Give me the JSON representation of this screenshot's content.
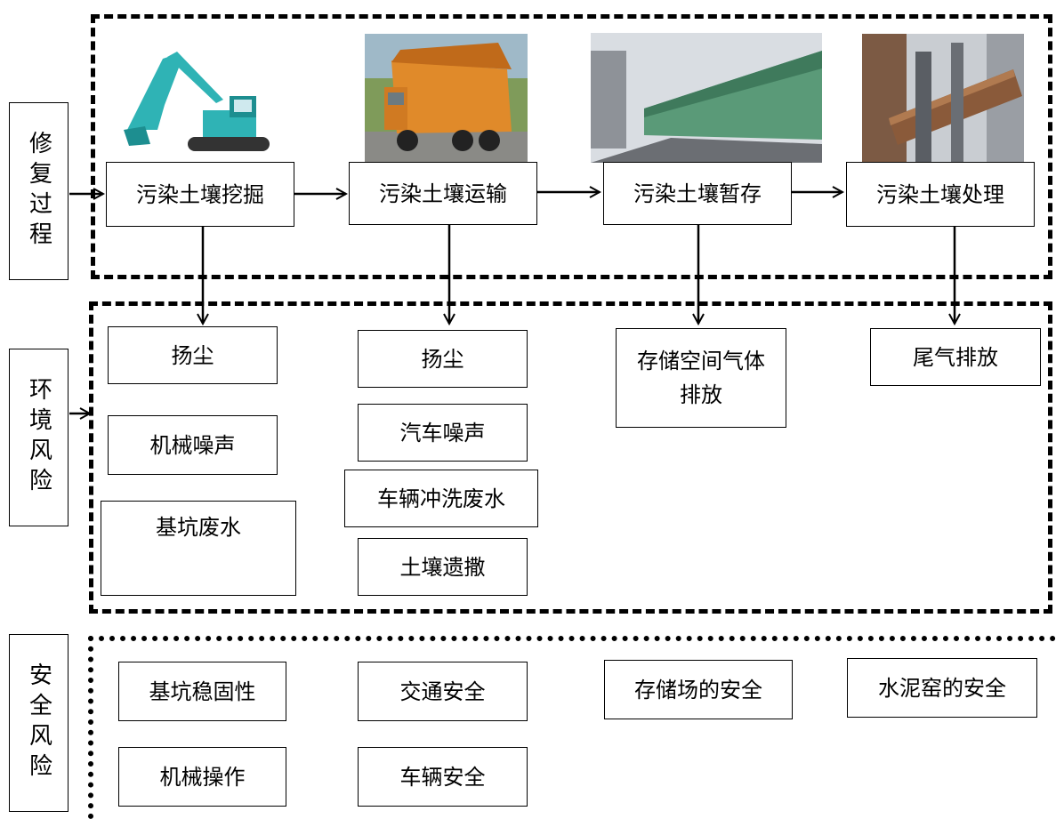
{
  "side_labels": {
    "repair_process": "修复过程",
    "environmental_risk": "环境风险",
    "safety_risk": "安全风险"
  },
  "process": [
    {
      "label": "污染土壤挖掘",
      "image": "excavator"
    },
    {
      "label": "污染土壤运输",
      "image": "dump-truck"
    },
    {
      "label": "污染土壤暂存",
      "image": "storage-shed"
    },
    {
      "label": "污染土壤处理",
      "image": "cement-kiln"
    }
  ],
  "env_risks": {
    "excavation": [
      "扬尘",
      "机械噪声",
      "基坑废水"
    ],
    "transport": [
      "扬尘",
      "汽车噪声",
      "车辆冲洗废水",
      "土壤遗撒"
    ],
    "storage": [
      "存储空间气体排放"
    ],
    "treatment": [
      "尾气排放"
    ]
  },
  "safety_risks": {
    "col1": [
      "基坑稳固性",
      "机械操作"
    ],
    "col2": [
      "交通安全",
      "车辆安全"
    ],
    "col3": [
      "存储场的安全"
    ],
    "col4": [
      "水泥窑的安全"
    ]
  },
  "colors": {
    "excavator": "#2fb3b5",
    "truck": "#e08a2a",
    "shed": "#5a9a78",
    "kiln": "#8a5a3a"
  }
}
